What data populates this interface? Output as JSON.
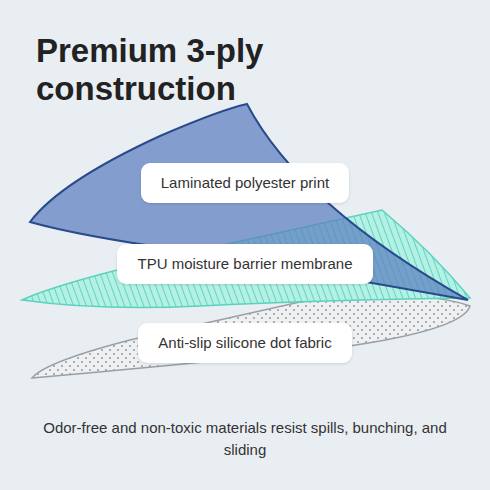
{
  "diagram": {
    "title": "Premium 3-ply construction",
    "caption": "Odor-free and non-toxic materials resist spills, bunching, and sliding",
    "nodes": [
      {
        "text": [
          "Laminated polyester print"
        ]
      },
      {
        "text": [
          "TPU moisture barrier membrane"
        ]
      },
      {
        "text": [
          "Anti-slip silicone dot fabric"
        ]
      }
    ]
  }
}
